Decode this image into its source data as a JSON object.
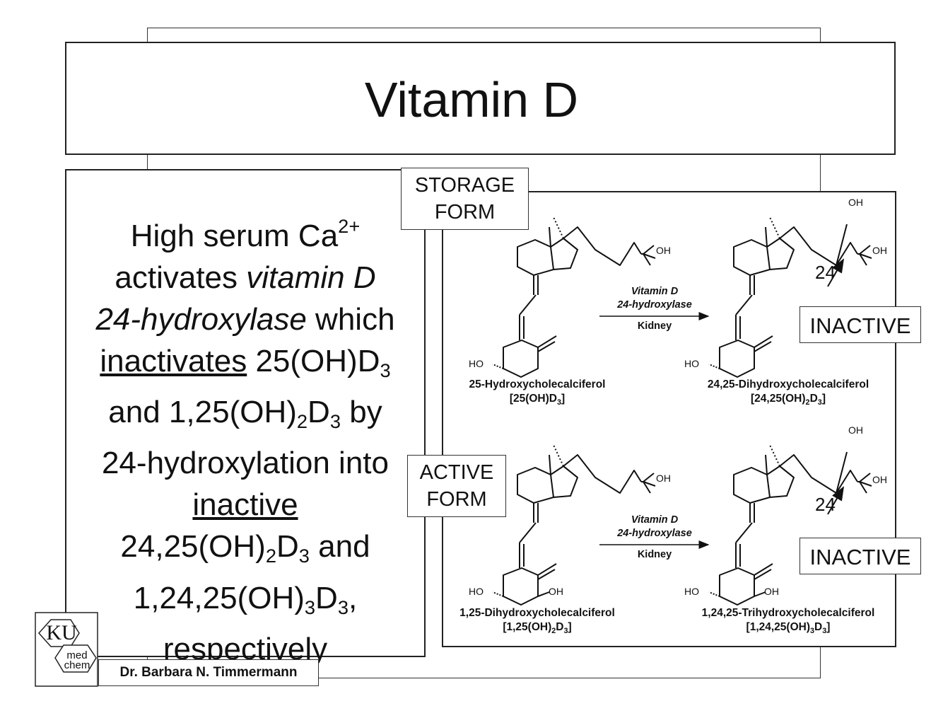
{
  "slide": {
    "title": "Vitamin D",
    "paragraph": {
      "l1a": "High serum Ca",
      "l1sup": "2+",
      "l2a": "activates ",
      "l2b": "vitamin D",
      "l3a": "24-hydroxylase",
      "l3b": " which",
      "l4a": "inactivates",
      "l4b": " 25(OH)D",
      "l4sub": "3",
      "l5a": "and 1,25(OH)",
      "l5sub1": "2",
      "l5b": "D",
      "l5sub2": "3",
      "l5c": " by",
      "l6": "24-hydroxylation into",
      "l7": "inactive",
      "l8a": "24,25(OH)",
      "l8sub1": "2",
      "l8b": "D",
      "l8sub2": "3",
      "l8c": " and",
      "l9a": "1,24,25(OH)",
      "l9sub1": "3",
      "l9b": "D",
      "l9sub2": "3",
      "l9c": ",",
      "l10": "respectively"
    },
    "labels": {
      "storage_1": "STORAGE",
      "storage_2": "FORM",
      "active_1": "ACTIVE",
      "active_2": "FORM",
      "inactive_top": "INACTIVE",
      "inactive_bottom": "INACTIVE"
    },
    "reaction": {
      "enzyme_1": "Vitamin D",
      "enzyme_2": "24-hydroxylase",
      "organ": "Kidney",
      "position": "24"
    },
    "molecules": {
      "m1_name": "25-Hydroxycholecalciferol",
      "m1_f1": "[25(OH)D",
      "m1_s1": "3",
      "m1_f2": "]",
      "m2_name": "24,25-Dihydroxycholecalciferol",
      "m2_f1": "[24,25(OH)",
      "m2_s1": "2",
      "m2_f2": "D",
      "m2_s2": "3",
      "m2_f3": "]",
      "m3_name": "1,25-Dihydroxycholecalciferol",
      "m3_f1": "[1,25(OH)",
      "m3_s1": "2",
      "m3_f2": "D",
      "m3_s2": "3",
      "m3_f3": "]",
      "m4_name": "1,24,25-Trihydroxycholecalciferol",
      "m4_f1": "[1,24,25(OH)",
      "m4_s1": "3",
      "m4_f2": "D",
      "m4_s2": "3",
      "m4_f3": "]"
    },
    "atoms": {
      "oh": "OH",
      "ho": "HO"
    },
    "logo": {
      "ku": "KU",
      "med": "med",
      "chem": "chem"
    },
    "author": "Dr. Barbara N. Timmermann"
  }
}
